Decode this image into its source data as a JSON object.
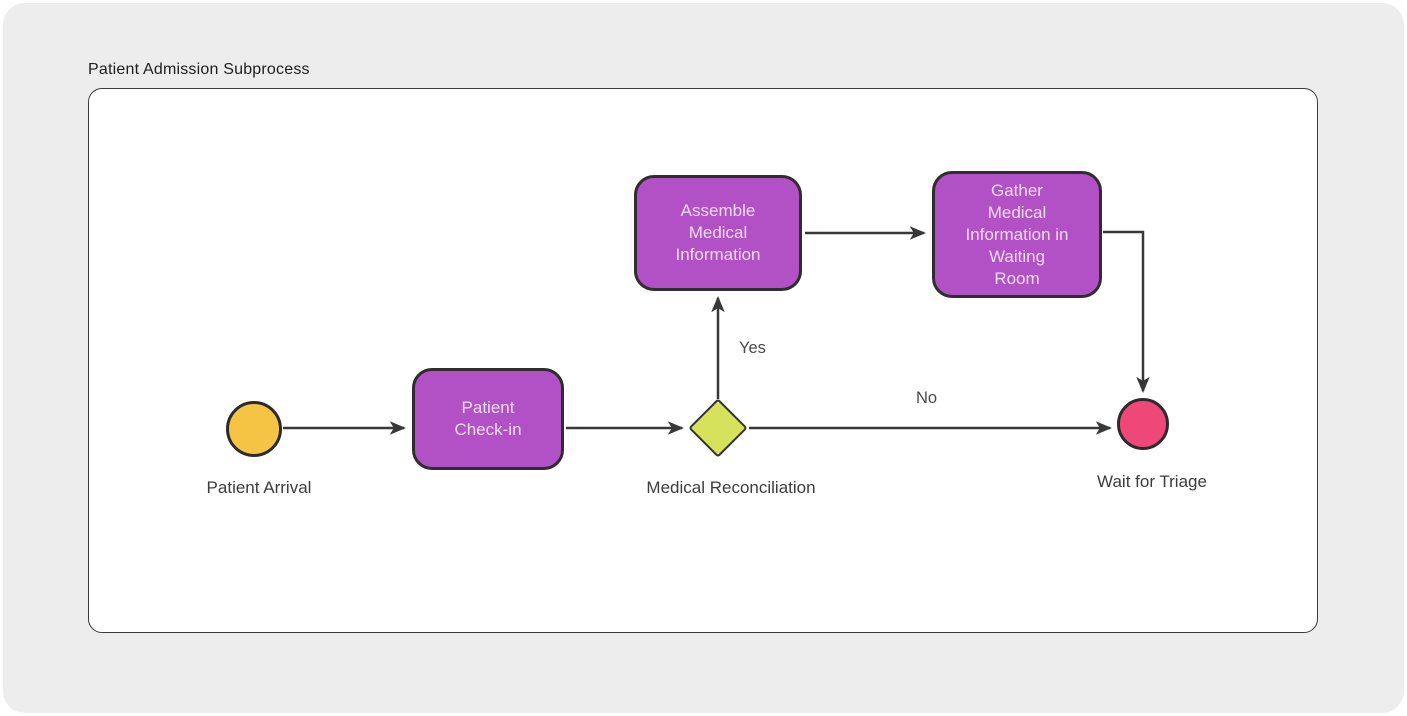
{
  "page": {
    "title": "Patient Admission Subprocess"
  },
  "colors": {
    "background": "#FFFFFF",
    "canvas_bg": "#EDEDED",
    "panel_bg": "#FFFFFF",
    "panel_border": "#3A3A3A",
    "task_fill": "#B250C5",
    "task_border": "#2E2E2E",
    "task_text": "#F0DCF5",
    "start_event_fill": "#F6C445",
    "end_event_fill": "#EF4878",
    "gateway_fill": "#D7E25C",
    "connector_stroke": "#383838",
    "node_label_text": "#3C3C3C",
    "edge_label_text": "#4A4A4A"
  },
  "diagram": {
    "nodes": [
      {
        "id": "start",
        "type": "start-event",
        "shape": "circle",
        "label": "Patient Arrival"
      },
      {
        "id": "patient-check-in",
        "type": "task",
        "shape": "rounded-rect",
        "label": "Patient Check-in"
      },
      {
        "id": "medical-reconciliation",
        "type": "decision-gateway",
        "shape": "diamond",
        "label": "Medical Reconciliation"
      },
      {
        "id": "assemble-medical-information",
        "type": "task",
        "shape": "rounded-rect",
        "label": "Assemble Medical Information"
      },
      {
        "id": "gather-medical-information",
        "type": "task",
        "shape": "rounded-rect",
        "label": "Gather Medical Information in Waiting Room"
      },
      {
        "id": "end",
        "type": "end-event",
        "shape": "circle",
        "label": "Wait for Triage"
      }
    ],
    "edges": [
      {
        "from": "start",
        "to": "patient-check-in",
        "label": ""
      },
      {
        "from": "patient-check-in",
        "to": "medical-reconciliation",
        "label": ""
      },
      {
        "from": "medical-reconciliation",
        "to": "assemble-medical-information",
        "label": "Yes"
      },
      {
        "from": "assemble-medical-information",
        "to": "gather-medical-information",
        "label": ""
      },
      {
        "from": "gather-medical-information",
        "to": "end",
        "label": ""
      },
      {
        "from": "medical-reconciliation",
        "to": "end",
        "label": "No"
      }
    ]
  }
}
